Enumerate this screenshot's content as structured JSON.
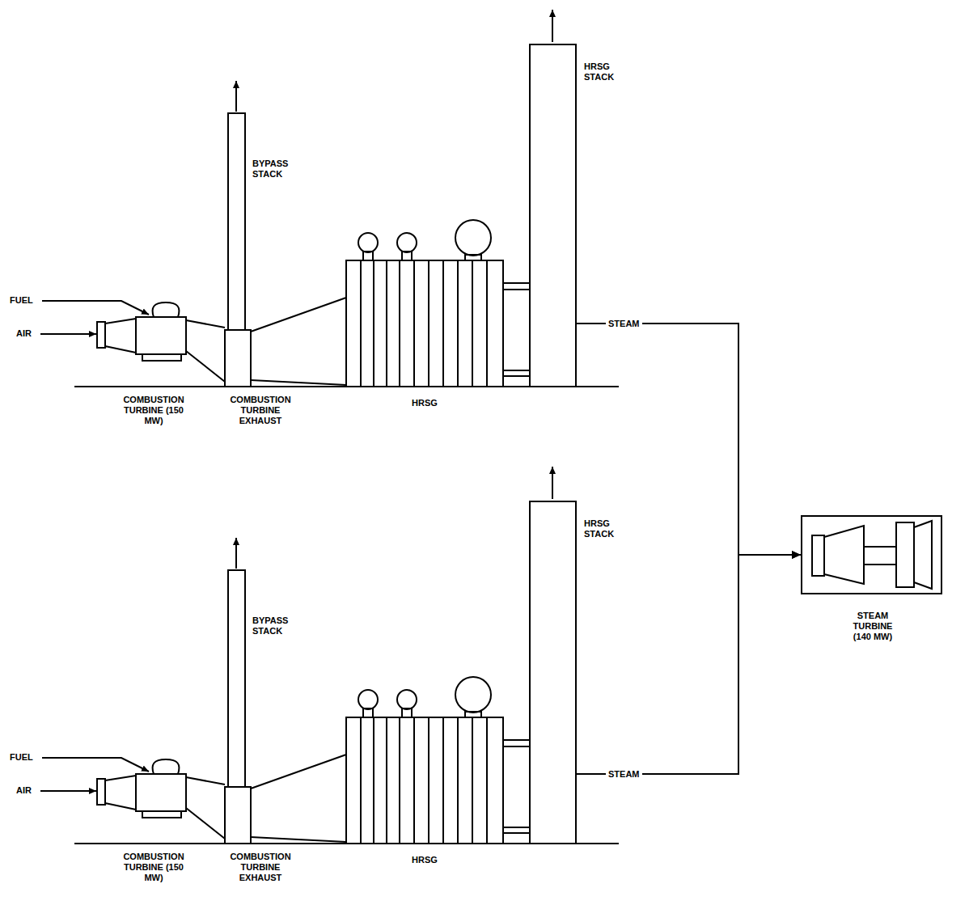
{
  "diagram": {
    "nodes": [
      {
        "text": [
          "COMBUSTION TURBINE (150 MW)"
        ]
      },
      {
        "text": [
          "HRSG"
        ]
      },
      {
        "text": [
          "COMBUSTION TURBINE (150 MW)"
        ]
      },
      {
        "text": [
          "HRSG"
        ]
      },
      {
        "text": [
          "STEAM TURBINE (140 MW)"
        ]
      }
    ],
    "edges": [
      {
        "from": 1,
        "to": 4,
        "label": "STEAM",
        "arrow": "to"
      },
      {
        "from": 3,
        "to": 4,
        "label": "STEAM",
        "arrow": "to"
      }
    ],
    "labels": [
      "FUEL",
      "AIR",
      "BYPASS STACK",
      "HRSG STACK",
      "COMBUSTION TURBINE EXHAUST",
      "FUEL",
      "AIR",
      "BYPASS STACK",
      "HRSG STACK",
      "COMBUSTION TURBINE EXHAUST"
    ]
  }
}
